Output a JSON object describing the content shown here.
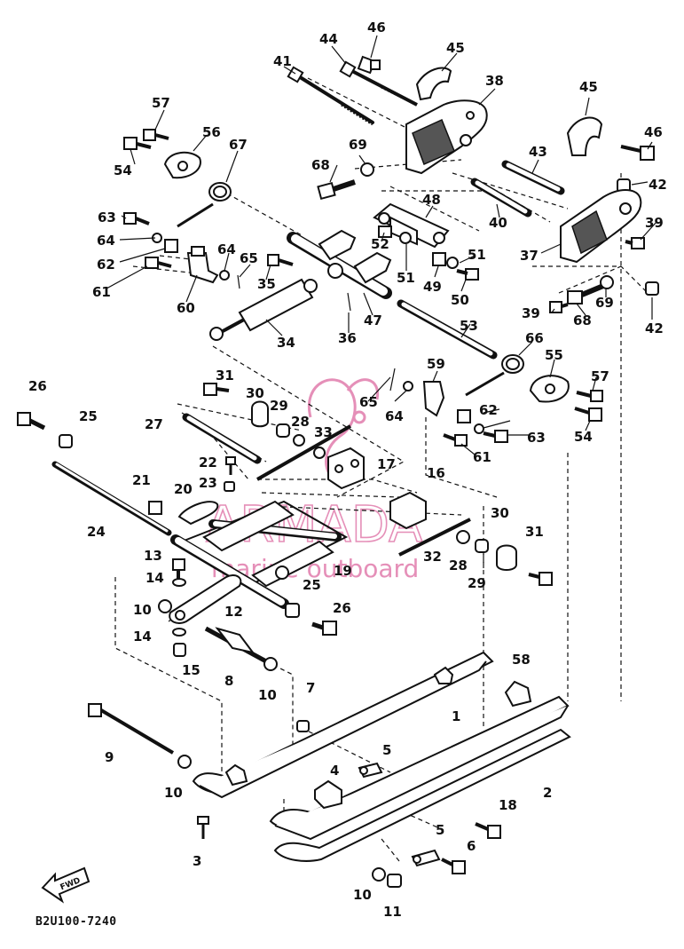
{
  "diagram": {
    "drawing_code": "B2U100-7240",
    "fwd_label": "FWD",
    "watermark": {
      "brand": "ARMADA",
      "tagline": "marine outboard"
    },
    "callouts": [
      "1",
      "2",
      "3",
      "4",
      "5",
      "5",
      "6",
      "7",
      "8",
      "9",
      "10",
      "10",
      "10",
      "10",
      "11",
      "12",
      "13",
      "14",
      "14",
      "15",
      "16",
      "17",
      "18",
      "19",
      "20",
      "21",
      "22",
      "23",
      "24",
      "25",
      "25",
      "26",
      "26",
      "27",
      "28",
      "28",
      "29",
      "29",
      "30",
      "30",
      "31",
      "31",
      "32",
      "33",
      "34",
      "35",
      "36",
      "37",
      "38",
      "39",
      "39",
      "40",
      "41",
      "42",
      "42",
      "43",
      "44",
      "45",
      "45",
      "46",
      "46",
      "47",
      "48",
      "49",
      "50",
      "51",
      "51",
      "52",
      "53",
      "54",
      "54",
      "55",
      "56",
      "57",
      "57",
      "58",
      "59",
      "60",
      "61",
      "61",
      "62",
      "62",
      "63",
      "63",
      "64",
      "64",
      "64",
      "65",
      "65",
      "66",
      "67",
      "68",
      "68",
      "69",
      "69"
    ]
  }
}
